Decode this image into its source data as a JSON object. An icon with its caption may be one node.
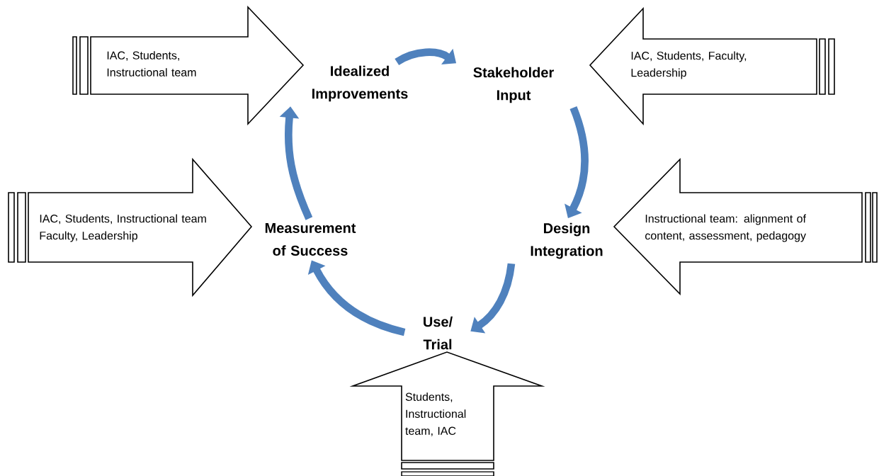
{
  "diagram": {
    "nodes": [
      {
        "text": [
          "Idealized Improvements"
        ]
      },
      {
        "text": [
          "Stakeholder Input"
        ]
      },
      {
        "text": [
          "Design Integration"
        ]
      },
      {
        "text": [
          "Use/ Trial"
        ]
      },
      {
        "text": [
          "Measurement of Success"
        ]
      },
      {
        "text": [
          "IAC, Students, Instructional team"
        ]
      },
      {
        "text": [
          "IAC, Students, Faculty, Leadership"
        ]
      },
      {
        "text": [
          "Instructional team: alignment of content, assessment, pedagogy"
        ]
      },
      {
        "text": [
          "Students, Instructional team, IAC"
        ]
      },
      {
        "text": [
          "IAC, Students, Instructional team Faculty, Leadership"
        ]
      }
    ],
    "edges": [
      {
        "from": 0,
        "to": 1,
        "arrow": "to"
      },
      {
        "from": 1,
        "to": 2,
        "arrow": "to"
      },
      {
        "from": 2,
        "to": 3,
        "arrow": "to"
      },
      {
        "from": 3,
        "to": 4,
        "arrow": "to"
      },
      {
        "from": 4,
        "to": 0,
        "arrow": "to"
      }
    ]
  }
}
